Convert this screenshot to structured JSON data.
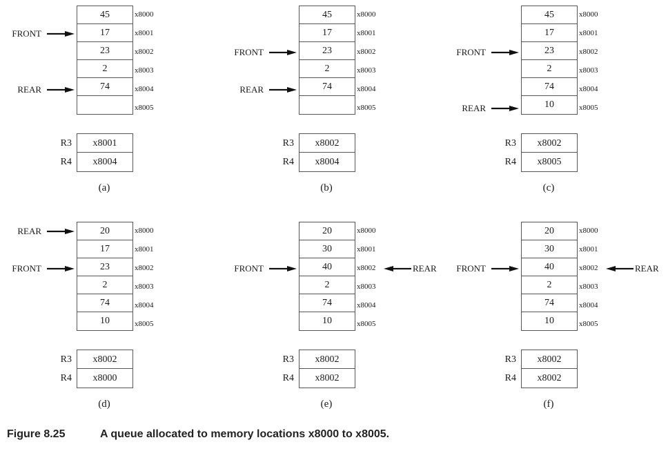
{
  "panels": [
    {
      "label": "(a)",
      "cells": [
        "45",
        "17",
        "23",
        "2",
        "74",
        ""
      ],
      "addresses": [
        "x8000",
        "x8001",
        "x8002",
        "x8003",
        "x8004",
        "x8005"
      ],
      "pointers": [
        {
          "name": "FRONT",
          "row": 1,
          "side": "left"
        },
        {
          "name": "REAR",
          "row": 4,
          "side": "left"
        }
      ],
      "registers": [
        {
          "name": "R3",
          "value": "x8001"
        },
        {
          "name": "R4",
          "value": "x8004"
        }
      ]
    },
    {
      "label": "(b)",
      "cells": [
        "45",
        "17",
        "23",
        "2",
        "74",
        ""
      ],
      "addresses": [
        "x8000",
        "x8001",
        "x8002",
        "x8003",
        "x8004",
        "x8005"
      ],
      "pointers": [
        {
          "name": "FRONT",
          "row": 2,
          "side": "left"
        },
        {
          "name": "REAR",
          "row": 4,
          "side": "left"
        }
      ],
      "registers": [
        {
          "name": "R3",
          "value": "x8002"
        },
        {
          "name": "R4",
          "value": "x8004"
        }
      ]
    },
    {
      "label": "(c)",
      "cells": [
        "45",
        "17",
        "23",
        "2",
        "74",
        "10"
      ],
      "addresses": [
        "x8000",
        "x8001",
        "x8002",
        "x8003",
        "x8004",
        "x8005"
      ],
      "pointers": [
        {
          "name": "FRONT",
          "row": 2,
          "side": "left"
        },
        {
          "name": "REAR",
          "row": 5,
          "side": "left"
        }
      ],
      "registers": [
        {
          "name": "R3",
          "value": "x8002"
        },
        {
          "name": "R4",
          "value": "x8005"
        }
      ]
    },
    {
      "label": "(d)",
      "cells": [
        "20",
        "17",
        "23",
        "2",
        "74",
        "10"
      ],
      "addresses": [
        "x8000",
        "x8001",
        "x8002",
        "x8003",
        "x8004",
        "x8005"
      ],
      "pointers": [
        {
          "name": "REAR",
          "row": 0,
          "side": "left"
        },
        {
          "name": "FRONT",
          "row": 2,
          "side": "left"
        }
      ],
      "registers": [
        {
          "name": "R3",
          "value": "x8002"
        },
        {
          "name": "R4",
          "value": "x8000"
        }
      ]
    },
    {
      "label": "(e)",
      "cells": [
        "20",
        "30",
        "40",
        "2",
        "74",
        "10"
      ],
      "addresses": [
        "x8000",
        "x8001",
        "x8002",
        "x8003",
        "x8004",
        "x8005"
      ],
      "pointers": [
        {
          "name": "FRONT",
          "row": 2,
          "side": "left"
        },
        {
          "name": "REAR",
          "row": 2,
          "side": "right"
        }
      ],
      "registers": [
        {
          "name": "R3",
          "value": "x8002"
        },
        {
          "name": "R4",
          "value": "x8002"
        }
      ]
    },
    {
      "label": "(f)",
      "cells": [
        "20",
        "30",
        "40",
        "2",
        "74",
        "10"
      ],
      "addresses": [
        "x8000",
        "x8001",
        "x8002",
        "x8003",
        "x8004",
        "x8005"
      ],
      "pointers": [
        {
          "name": "FRONT",
          "row": 2,
          "side": "left"
        },
        {
          "name": "REAR",
          "row": 2,
          "side": "right"
        }
      ],
      "registers": [
        {
          "name": "R3",
          "value": "x8002"
        },
        {
          "name": "R4",
          "value": "x8002"
        }
      ]
    }
  ],
  "caption": {
    "number": "Figure 8.25",
    "text": "A queue allocated to memory locations x8000 to x8005."
  }
}
